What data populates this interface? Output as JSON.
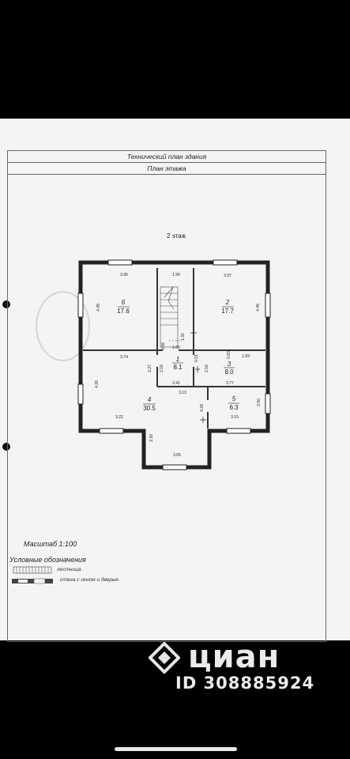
{
  "document": {
    "header_title": "Технический план здания",
    "header_subtitle": "План этажа",
    "floor_label": "2 этаж",
    "scale_text": "Масштаб 1:100",
    "legend_title": "Условные обозначения",
    "legend_items": [
      "лестница",
      "стена с окном и дверью"
    ]
  },
  "rooms": [
    {
      "number": "6",
      "area": "17.6"
    },
    {
      "number": "2",
      "area": "17.7"
    },
    {
      "number": "1",
      "area": "8.1"
    },
    {
      "number": "3",
      "area": "8.0"
    },
    {
      "number": "4",
      "area": "30.5"
    },
    {
      "number": "5",
      "area": "6.3"
    }
  ],
  "dimensions": {
    "d395": "3.95",
    "d199": "1.99",
    "d397": "3.97",
    "d445a": "4.45",
    "d445b": "4.45",
    "d131": "1.31",
    "d098": "0.98",
    "d374": "3.74",
    "d166": "1.66",
    "d083": "0.83",
    "d183": "1.83",
    "d227": "2.27",
    "d216a": "2.16",
    "d216b": "2.16",
    "d091": "0.91",
    "d241": "2.41",
    "d377": "3.77",
    "d313": "3.13",
    "d426": "4.26",
    "d428": "4.28",
    "d200": "2.00",
    "d322": "3.22",
    "d315": "3.15",
    "d230": "2.30",
    "d365": "3.65"
  },
  "watermark": {
    "brand": "циан",
    "id_text": "ID 308885924"
  }
}
